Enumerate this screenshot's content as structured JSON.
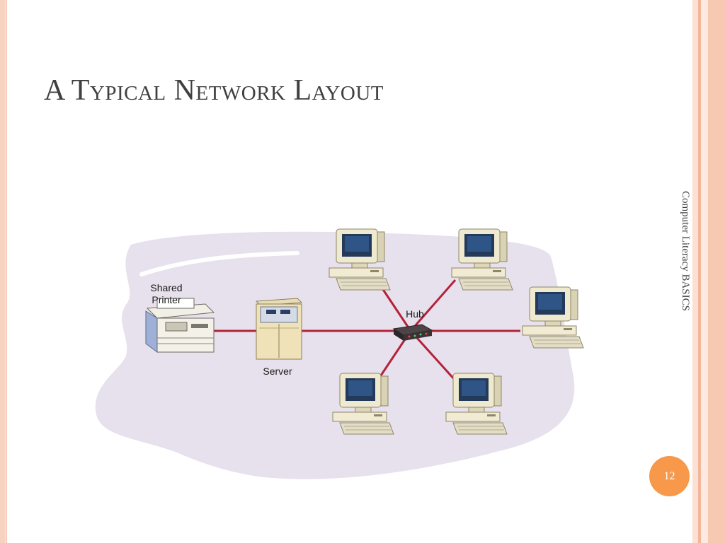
{
  "slide": {
    "title": "A Typical Network Layout",
    "side_text": "Computer Literacy BASICS",
    "page_number": "12"
  },
  "diagram": {
    "labels": {
      "printer_line1": "Shared",
      "printer_line2": "Printer",
      "server": "Server",
      "hub": "Hub"
    },
    "colors": {
      "cable": "#b5213a",
      "background_blob": "#e6e1ec",
      "accent_orange": "#f7984a",
      "side_stripe": "#f8d2c0"
    }
  }
}
